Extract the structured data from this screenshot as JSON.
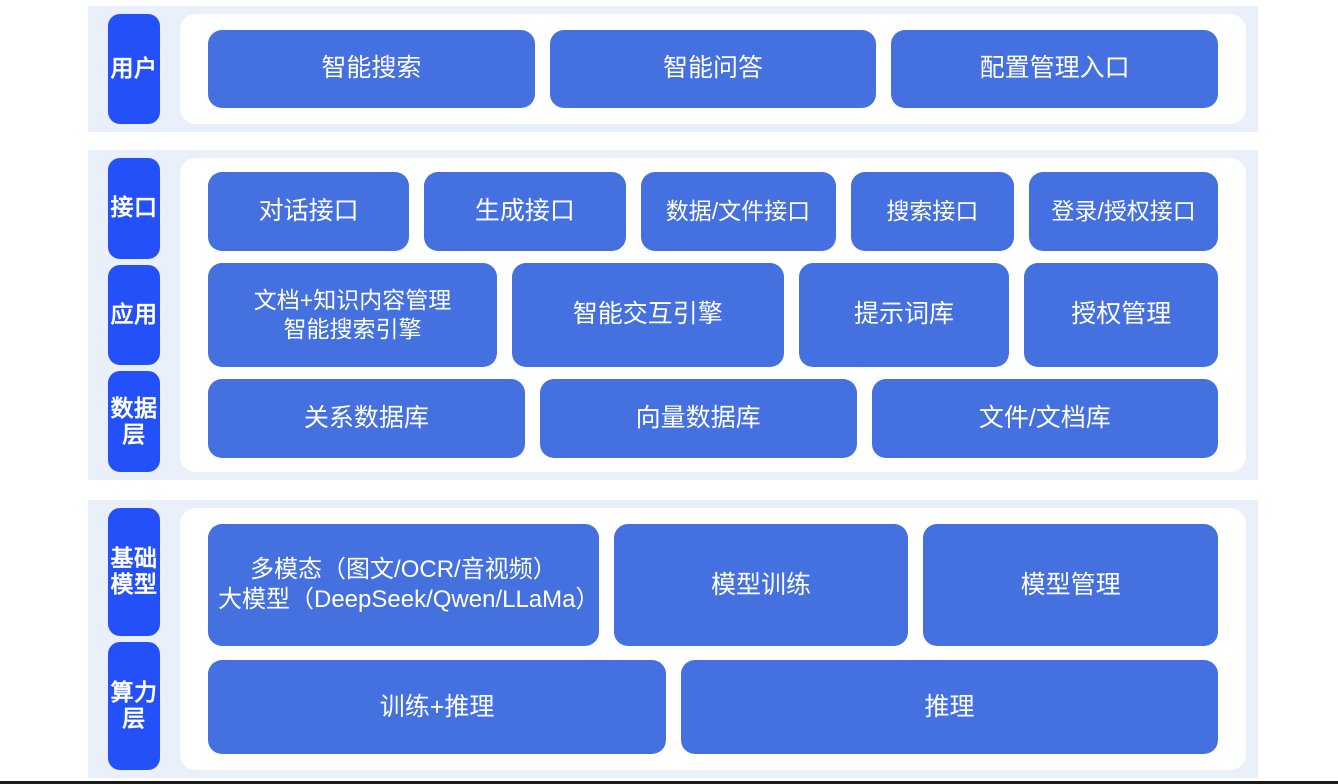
{
  "theme": {
    "page_background": "#ffffff",
    "band_background": "#eaf0f9",
    "card_background": "#ffffff",
    "label_blue": "#2450fa",
    "box_blue": "#4570e0",
    "text_on_blue": "#ffffff"
  },
  "diagram": {
    "type": "layered-architecture",
    "sections": [
      {
        "id": "user",
        "labels": [
          "用户"
        ],
        "rows": [
          {
            "id": "user-entries",
            "boxes": [
              "智能搜索",
              "智能问答",
              "配置管理入口"
            ]
          }
        ]
      },
      {
        "id": "platform",
        "labels": [
          "接口",
          "应用",
          "数据层"
        ],
        "rows": [
          {
            "id": "interface",
            "boxes": [
              "对话接口",
              "生成接口",
              "数据/文件接口",
              "搜索接口",
              "登录/授权接口"
            ]
          },
          {
            "id": "application",
            "boxes": [
              "文档+知识内容管理\n智能搜索引擎",
              "智能交互引擎",
              "提示词库",
              "授权管理"
            ]
          },
          {
            "id": "data",
            "boxes": [
              "关系数据库",
              "向量数据库",
              "文件/文档库"
            ]
          }
        ]
      },
      {
        "id": "infrastructure",
        "labels": [
          "基础模型",
          "算力层"
        ],
        "rows": [
          {
            "id": "model",
            "boxes": [
              "多模态（图文/OCR/音视频）\n大模型（DeepSeek/Qwen/LLaMa）",
              "模型训练",
              "模型管理"
            ]
          },
          {
            "id": "compute",
            "boxes": [
              "训练+推理",
              "推理"
            ]
          }
        ]
      }
    ]
  },
  "labels": {
    "user": "用户",
    "interface": "接口",
    "application": "应用",
    "data_layer": "数据层",
    "base_model": "基础模型",
    "compute_layer": "算力层"
  },
  "boxes": {
    "user": {
      "smart_search": "智能搜索",
      "smart_qa": "智能问答",
      "config_entry": "配置管理入口"
    },
    "interface": {
      "dialog_api": "对话接口",
      "generate_api": "生成接口",
      "data_file_api": "数据/文件接口",
      "search_api": "搜索接口",
      "login_auth_api": "登录/授权接口"
    },
    "application": {
      "doc_knowledge": "文档+知识内容管理\n智能搜索引擎",
      "interaction_engine": "智能交互引擎",
      "prompt_library": "提示词库",
      "auth_management": "授权管理"
    },
    "data": {
      "relational_db": "关系数据库",
      "vector_db": "向量数据库",
      "file_doc_db": "文件/文档库"
    },
    "model": {
      "multimodal_llm": "多模态（图文/OCR/音视频）\n大模型（DeepSeek/Qwen/LLaMa）",
      "model_training": "模型训练",
      "model_management": "模型管理"
    },
    "compute": {
      "train_infer": "训练+推理",
      "infer": "推理"
    }
  }
}
